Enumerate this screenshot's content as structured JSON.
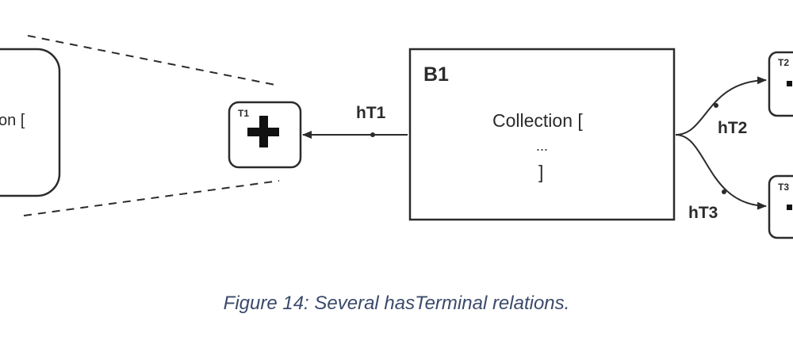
{
  "diagram": {
    "left_partial_text": "on [",
    "plus_terminal": {
      "label": "T1",
      "symbol": "+"
    },
    "block": {
      "title": "B1",
      "lines": [
        "Collection [",
        "...",
        "]"
      ]
    },
    "edges": {
      "ht1": "hT1",
      "ht2": "hT2",
      "ht3": "hT3"
    },
    "right_terminals": [
      {
        "label": "T2"
      },
      {
        "label": "T3"
      }
    ]
  },
  "caption": "Figure 14: Several hasTerminal relations."
}
